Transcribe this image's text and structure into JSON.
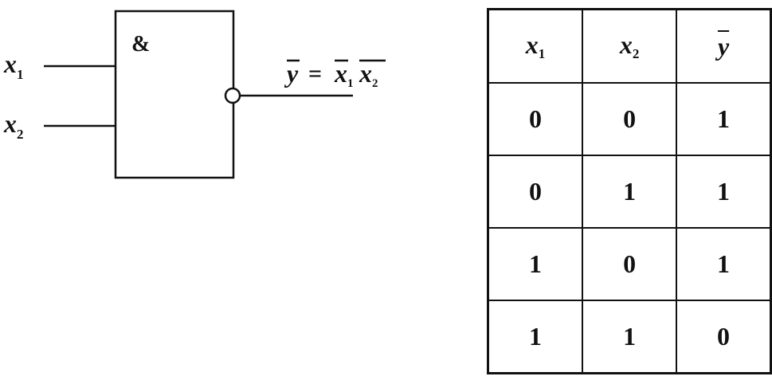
{
  "diagram": {
    "gate_symbol": "&",
    "inputs": [
      {
        "var": "x",
        "sub": "1"
      },
      {
        "var": "x",
        "sub": "2"
      }
    ],
    "output": {
      "lhs": "y",
      "eq": "=",
      "term1_var": "x",
      "term1_sub": "1",
      "term2_var": "x",
      "term2_sub": "2"
    },
    "inverted_output": true
  },
  "truth_table": {
    "headers": [
      {
        "var": "x",
        "sub": "1",
        "overline": false
      },
      {
        "var": "x",
        "sub": "2",
        "overline": false
      },
      {
        "var": "y",
        "sub": "",
        "overline": true
      }
    ],
    "rows": [
      [
        "0",
        "0",
        "1"
      ],
      [
        "0",
        "1",
        "1"
      ],
      [
        "1",
        "0",
        "1"
      ],
      [
        "1",
        "1",
        "0"
      ]
    ]
  }
}
